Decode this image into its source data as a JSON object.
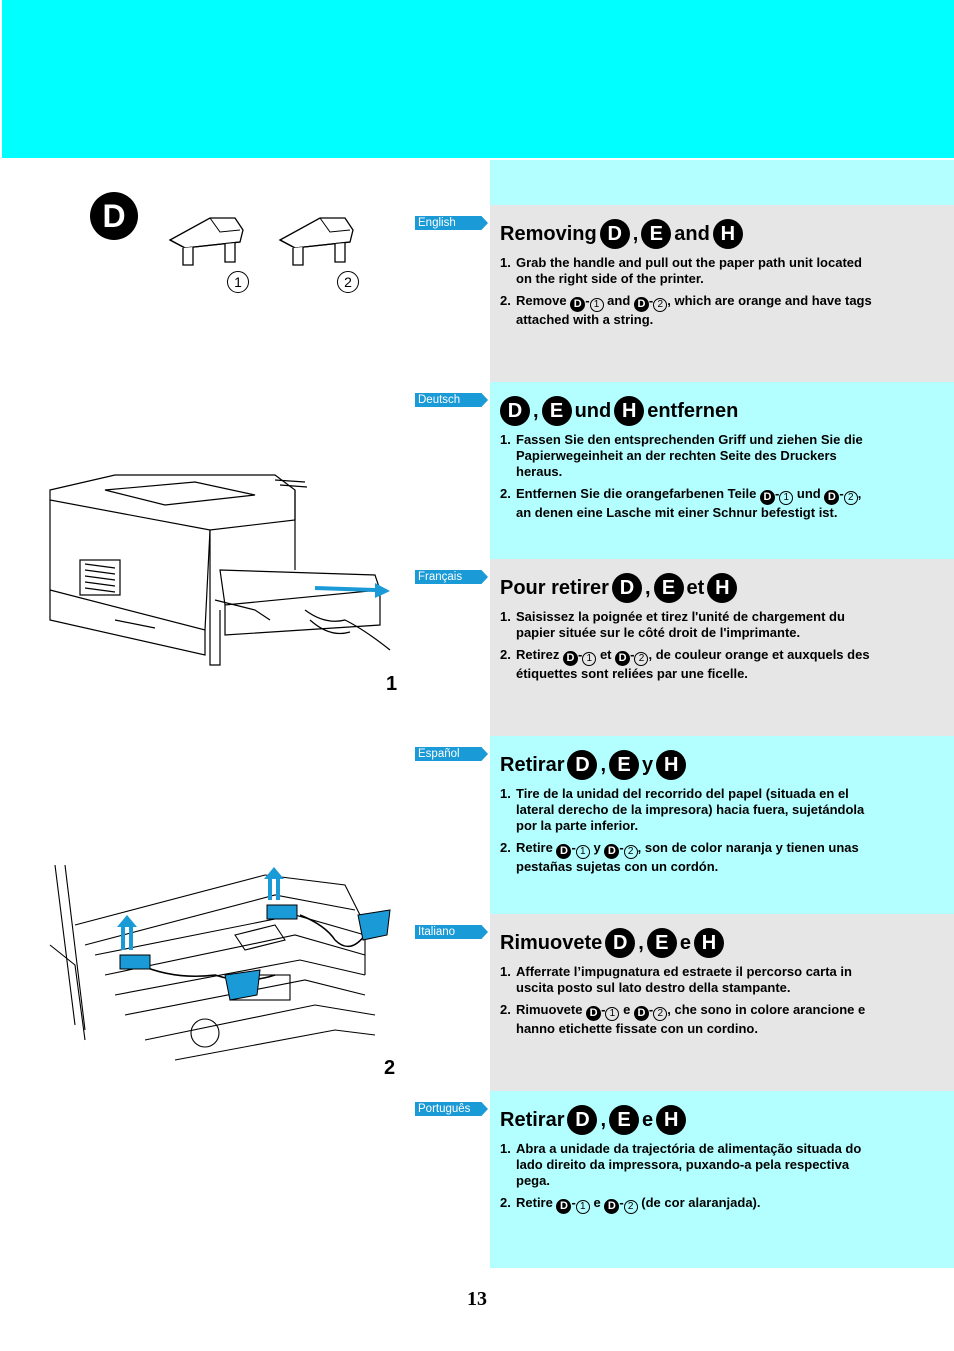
{
  "page_number": "13",
  "illustration": {
    "badge": "D",
    "part1_label": "1",
    "part2_label": "2",
    "fig1_label": "1",
    "fig2_label": "2"
  },
  "sections": [
    {
      "lang": "English",
      "head": [
        "Removing",
        ",",
        "and"
      ],
      "badges": [
        "D",
        "E",
        "H"
      ],
      "steps": [
        {
          "num": "1.",
          "text": "Grab the handle and pull out the paper path unit located on the right side of the printer."
        },
        {
          "num": "2.",
          "a": "Remove",
          "b": "and",
          "c": ", which are orange and have tags attached with a string."
        }
      ]
    },
    {
      "lang": "Deutsch",
      "head": [
        ",",
        "und",
        "entfernen"
      ],
      "badges": [
        "D",
        "E",
        "H"
      ],
      "steps": [
        {
          "num": "1.",
          "text": "Fassen Sie den entsprechenden Griff und ziehen Sie die Papierwegeinheit an der rechten Seite des Druckers heraus."
        },
        {
          "num": "2.",
          "a": "Entfernen Sie die orangefarbenen Teile",
          "b": "und",
          "c": ", an denen eine Lasche mit einer Schnur befestigt ist."
        }
      ]
    },
    {
      "lang": "Français",
      "head": [
        "Pour retirer",
        ",",
        "et"
      ],
      "badges": [
        "D",
        "E",
        "H"
      ],
      "steps": [
        {
          "num": "1.",
          "text": "Saisissez la poignée et tirez l'unité de chargement du papier située sur le côté droit de l'imprimante."
        },
        {
          "num": "2.",
          "a": "Retirez",
          "b": "et",
          "c": ", de couleur orange et auxquels des étiquettes sont reliées par une ficelle."
        }
      ]
    },
    {
      "lang": "Español",
      "head": [
        "Retirar",
        ",",
        "y"
      ],
      "badges": [
        "D",
        "E",
        "H"
      ],
      "steps": [
        {
          "num": "1.",
          "text": "Tire de la unidad del recorrido del papel (situada en el lateral derecho de la impresora) hacia fuera, sujetándola por la parte inferior."
        },
        {
          "num": "2.",
          "a": "Retire",
          "b": "y",
          "c": ", son de color naranja y tienen unas pestañas sujetas con un cordón."
        }
      ]
    },
    {
      "lang": "Italiano",
      "head": [
        "Rimuovete",
        ",",
        "e"
      ],
      "badges": [
        "D",
        "E",
        "H"
      ],
      "steps": [
        {
          "num": "1.",
          "text": "Afferrate l’impugnatura ed estraete il percorso carta in uscita posto sul lato destro della stampante."
        },
        {
          "num": "2.",
          "a": "Rimuovete",
          "b": "e",
          "c": ", che sono in colore arancione e hanno etichette fissate con un cordino."
        }
      ]
    },
    {
      "lang": "Português",
      "head": [
        "Retirar",
        ",",
        "e"
      ],
      "badges": [
        "D",
        "E",
        "H"
      ],
      "steps": [
        {
          "num": "1.",
          "text": "Abra a unidade da trajectória de alimentação situada do lado direito da impressora, puxando-a pela respectiva pega."
        },
        {
          "num": "2.",
          "a": "Retire",
          "b": "e",
          "c": "(de cor alaranjada)."
        }
      ]
    }
  ],
  "circled": {
    "one": "1",
    "two": "2"
  },
  "colors": {
    "band": "#00ffff",
    "light_cyan": "#b3ffff",
    "gray": "#e6e6e6",
    "tag_blue": "#1a9ad6"
  }
}
